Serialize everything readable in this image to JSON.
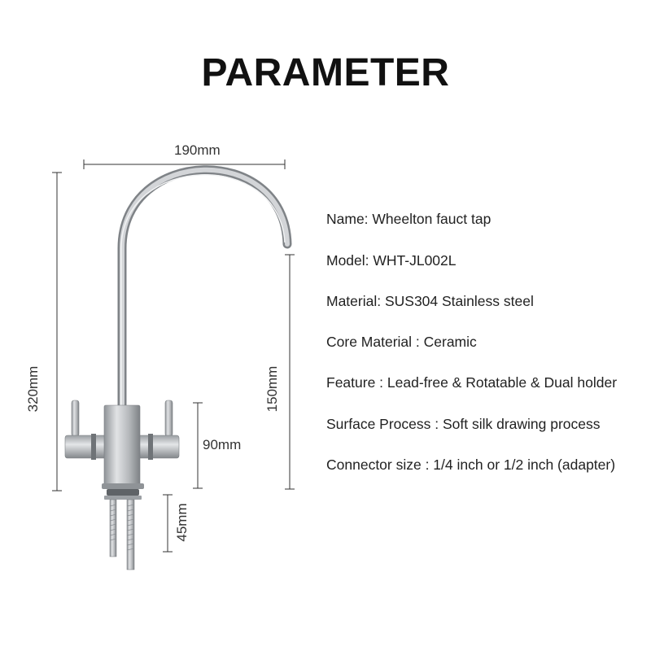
{
  "title": "PARAMETER",
  "dimensions": {
    "width": "190mm",
    "height": "320mm",
    "spout_height": "150mm",
    "body_height": "90mm",
    "thread_length": "45mm"
  },
  "specs": [
    "Name: Wheelton fauct tap",
    "Model: WHT-JL002L",
    "Material: SUS304 Stainless steel",
    "Core Material : Ceramic",
    "Feature : Lead-free & Rotatable & Dual holder",
    "Surface Process : Soft silk drawing process",
    "Connector size : 1/4 inch or 1/2 inch (adapter)"
  ],
  "colors": {
    "steel": "#b9bcbf",
    "steel_dark": "#8e9296",
    "line": "#333333"
  }
}
